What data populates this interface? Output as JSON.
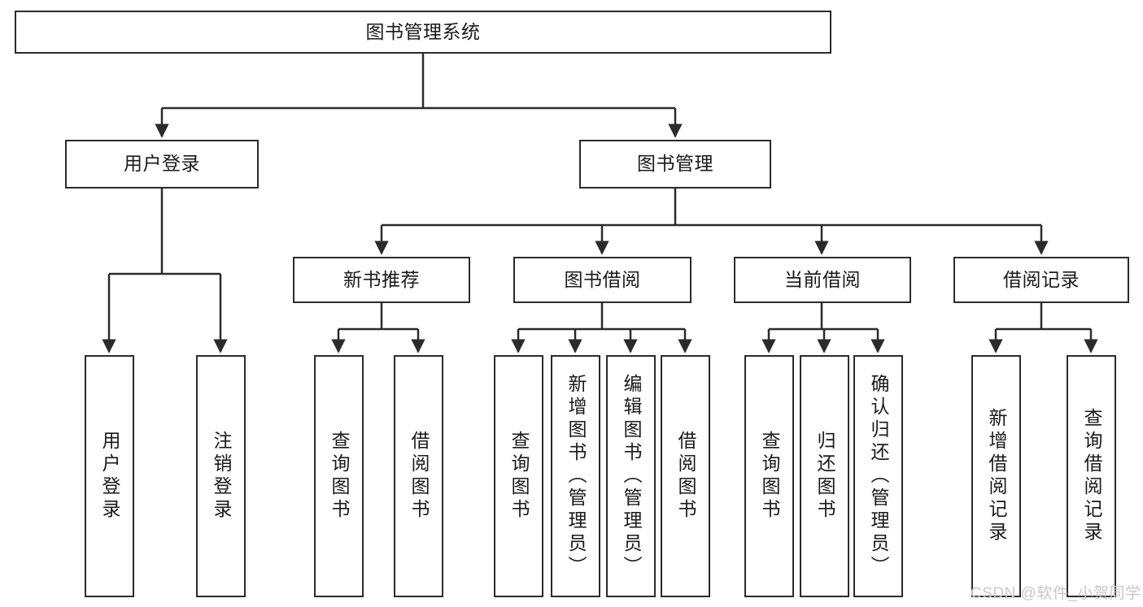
{
  "diagram": {
    "title": "图书管理系统",
    "watermark": "CSDN @软件_小贺同学",
    "colors": {
      "stroke": "#2b2b2b",
      "fill": "#ffffff",
      "text": "#1a1a1a",
      "watermark": "#c9c9c9"
    }
  },
  "nodes": {
    "root": {
      "label": "图书管理系统"
    },
    "level2": [
      {
        "label": "用户登录"
      },
      {
        "label": "图书管理"
      }
    ],
    "level3": [
      {
        "label": "新书推荐"
      },
      {
        "label": "图书借阅"
      },
      {
        "label": "当前借阅"
      },
      {
        "label": "借阅记录"
      }
    ],
    "leaves": {
      "user_login": [
        {
          "label": "用户登录"
        },
        {
          "label": "注销登录"
        }
      ],
      "new_book": [
        {
          "label": "查询图书"
        },
        {
          "label": "借阅图书"
        }
      ],
      "book_borrow": [
        {
          "label": "查询图书"
        },
        {
          "label": "新增图书（管理员）"
        },
        {
          "label": "编辑图书（管理员）"
        },
        {
          "label": "借阅图书"
        }
      ],
      "current_borrow": [
        {
          "label": "查询图书"
        },
        {
          "label": "归还图书"
        },
        {
          "label": "确认归还（管理员）"
        }
      ],
      "borrow_record": [
        {
          "label": "新增借阅记录"
        },
        {
          "label": "查询借阅记录"
        }
      ]
    }
  }
}
